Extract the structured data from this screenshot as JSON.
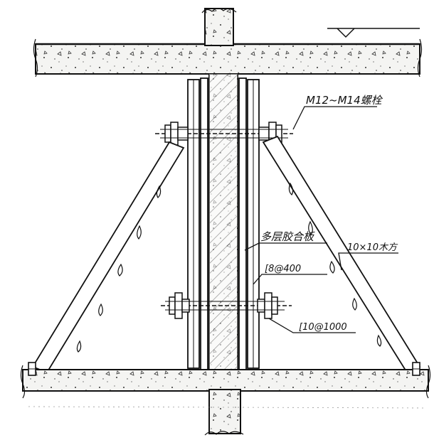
{
  "diagram": {
    "labels": {
      "bolt": "M12~M14螺栓",
      "plywood": "多层胶合板",
      "timber": "10×10木方",
      "channel_small": "[8@400",
      "channel_large": "[10@1000"
    }
  }
}
